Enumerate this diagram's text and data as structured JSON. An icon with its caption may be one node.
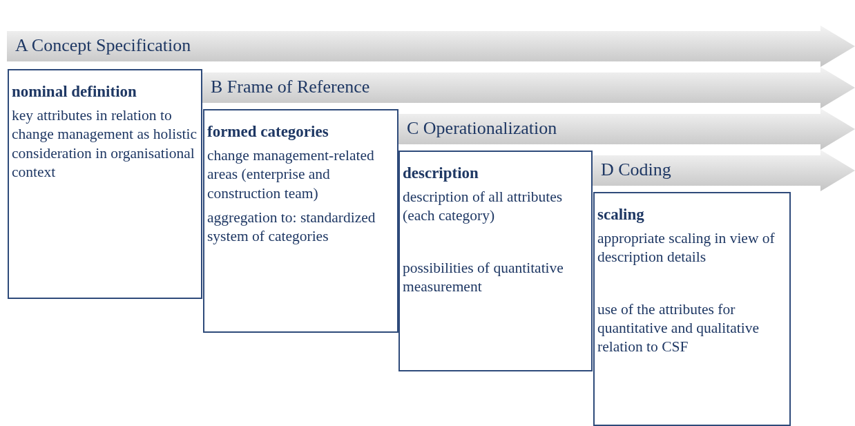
{
  "diagram": {
    "nodes": [
      {
        "text": [
          "A Concept Specification"
        ]
      },
      {
        "text": [
          "nominal definition",
          "key attributes in relation to change management as holistic consideration in organisational context"
        ]
      },
      {
        "text": [
          "B Frame of Reference"
        ]
      },
      {
        "text": [
          "formed categories",
          "change management-related areas (enterprise and construction team)",
          "aggregation to: standardized system of categories"
        ]
      },
      {
        "text": [
          "C Operationalization"
        ]
      },
      {
        "text": [
          "description",
          "description of all attributes (each category)",
          "possibilities of quantitative measurement"
        ]
      },
      {
        "text": [
          "D Coding"
        ]
      },
      {
        "text": [
          "scaling",
          "appropriate scaling in view of description details",
          "use of the attributes for quantitative and qualitative relation to CSF"
        ]
      }
    ]
  }
}
